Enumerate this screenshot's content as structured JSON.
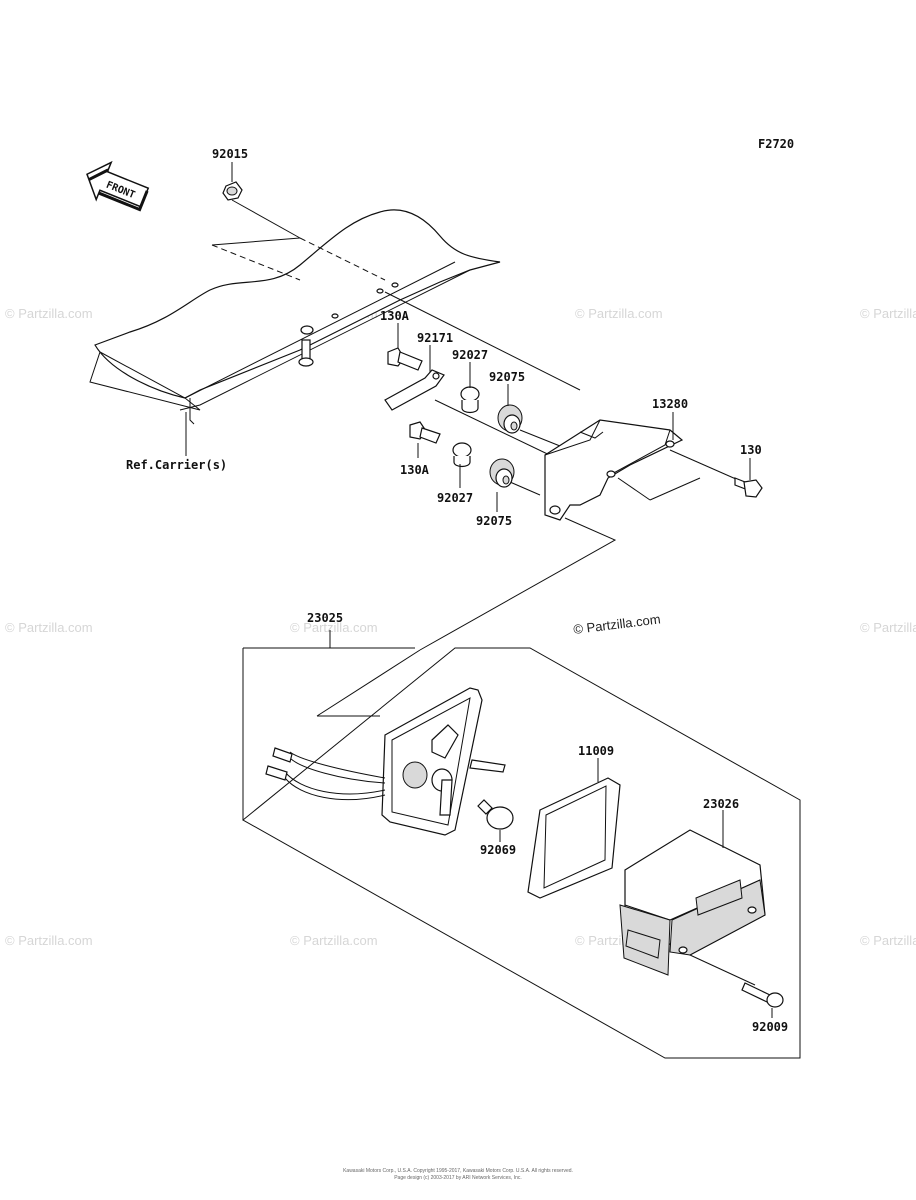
{
  "figure_id": "F2720",
  "front_label": "FRONT",
  "watermark": "© Partzilla.com",
  "copyright_lines": [
    "Kawasaki Motors Corp., U.S.A. Copyright 1995-2017, Kawasaki Motors Corp. U.S.A. All rights reserved.",
    "Page design (c) 2003-2017 by ARI Network Services, Inc."
  ],
  "reference_label": "Ref.Carrier(s)",
  "part_labels": {
    "p92015": "92015",
    "p130A_top": "130A",
    "p92171": "92171",
    "p92027_top": "92027",
    "p92075_top": "92075",
    "p13280": "13280",
    "p130": "130",
    "p130A_bottom": "130A",
    "p92027_bottom": "92027",
    "p92075_bottom": "92075",
    "p23025": "23025",
    "p11009": "11009",
    "p23026": "23026",
    "p92069": "92069",
    "p92009": "92009"
  }
}
